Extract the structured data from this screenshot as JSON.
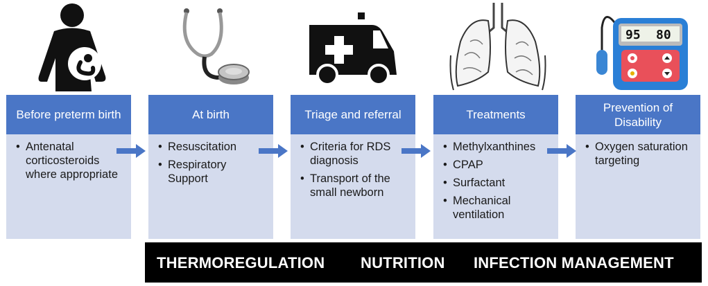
{
  "stages": [
    {
      "title": "Before preterm birth",
      "items": [
        "Antenatal corticosteroids where appropriate"
      ],
      "icon": "pregnant-woman-icon"
    },
    {
      "title": "At birth",
      "items": [
        "Resuscitation",
        "Respiratory Support"
      ],
      "icon": "stethoscope-icon"
    },
    {
      "title": "Triage and referral",
      "items": [
        "Criteria for RDS diagnosis",
        "Transport of the small newborn"
      ],
      "icon": "ambulance-icon"
    },
    {
      "title": "Treatments",
      "items": [
        "Methylxanthines",
        "CPAP",
        "Surfactant",
        "Mechanical ventilation"
      ],
      "icon": "lungs-icon"
    },
    {
      "title": "Prevention of Disability",
      "items": [
        "Oxygen saturation targeting"
      ],
      "icon": "pulse-oximeter-icon"
    }
  ],
  "oximeter": {
    "spo2": "95",
    "pulse": "80"
  },
  "bottom_bar": {
    "items": [
      "THERMOREGULATION",
      "NUTRITION",
      "INFECTION MANAGEMENT"
    ]
  },
  "colors": {
    "header": "#4a76c6",
    "body": "#d4dbed",
    "arrow": "#4a76c6",
    "bar": "#000000"
  }
}
